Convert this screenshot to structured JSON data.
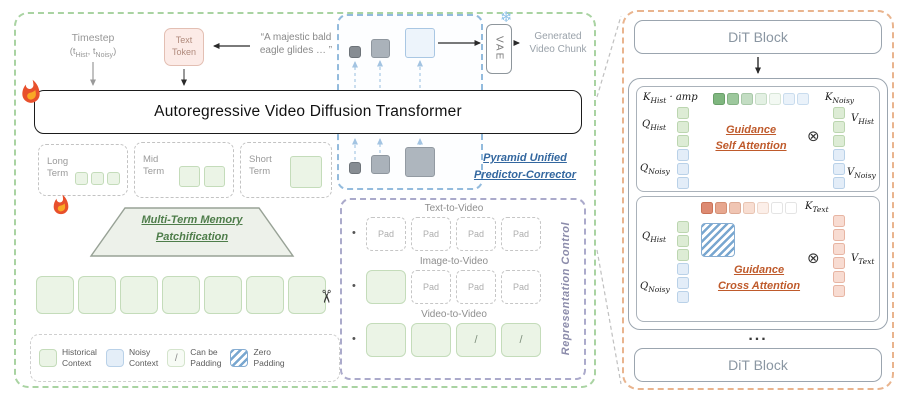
{
  "figure": {
    "left_panel": {
      "timestep": {
        "title": "Timestep",
        "pre": "(t",
        "sub1": "Hist",
        "mid": ", t",
        "sub2": "Noisy",
        "post": ")"
      },
      "text_token": {
        "line1": "Text",
        "line2": "Token"
      },
      "prompt": {
        "line1": "“A majestic bald",
        "line2": "eagle glides … ”"
      },
      "main_title": "Autoregressive Video Diffusion Transformer",
      "memory_terms": [
        {
          "line1": "Long",
          "line2": "Term"
        },
        {
          "line1": "Mid",
          "line2": "Term"
        },
        {
          "line1": "Short",
          "line2": "Term"
        }
      ],
      "patchification": {
        "line1": "Multi-Term Memory",
        "line2": "Patchification"
      },
      "legend": [
        {
          "line1": "Historical",
          "line2": "Context",
          "type": "historical"
        },
        {
          "line1": "Noisy",
          "line2": "Context",
          "type": "noisy"
        },
        {
          "line1": "Can be",
          "line2": "Padding",
          "type": "slash"
        },
        {
          "line1": "Zero",
          "line2": "Padding",
          "type": "zero"
        }
      ],
      "slash_mark": "/",
      "scissors": "✂"
    },
    "pyramid": {
      "vae_label": "VAE",
      "snowflake": "❄",
      "generated": {
        "line1": "Generated",
        "line2": "Video Chunk"
      },
      "caption": {
        "line1": "Pyramid Unified",
        "line2": "Predictor-Corrector"
      }
    },
    "representation": {
      "title": "Representation Control",
      "bullet": "•",
      "pad_label": "Pad",
      "slash_label": "/",
      "rows": [
        {
          "label": "Text-to-Video",
          "cells": [
            "Pad",
            "Pad",
            "Pad",
            "Pad"
          ]
        },
        {
          "label": "Image-to-Video",
          "cells": [
            "ctx",
            "Pad",
            "Pad",
            "Pad"
          ]
        },
        {
          "label": "Video-to-Video",
          "cells": [
            "ctx",
            "ctx",
            "/",
            "/"
          ]
        }
      ]
    },
    "right_panel": {
      "dit_block_top": "DiT Block",
      "dit_block_bottom": "DiT Block",
      "ellipsis": "...",
      "self_attention": {
        "title_line1": "Guidance",
        "title_line2": "Self Attention",
        "k_hist": {
          "base": "K",
          "sub": "Hist",
          "suffix": " · amp"
        },
        "k_noisy": {
          "base": "K",
          "sub": "Noisy"
        },
        "q_hist": {
          "base": "Q",
          "sub": "Hist"
        },
        "q_noisy": {
          "base": "Q",
          "sub": "Noisy"
        },
        "v_hist": {
          "base": "V",
          "sub": "Hist"
        },
        "v_noisy": {
          "base": "V",
          "sub": "Noisy"
        },
        "operator": "⊗"
      },
      "cross_attention": {
        "title_line1": "Guidance",
        "title_line2": "Cross Attention",
        "k_text": {
          "base": "K",
          "sub": "Text"
        },
        "q_hist": {
          "base": "Q",
          "sub": "Hist"
        },
        "q_noisy": {
          "base": "Q",
          "sub": "Noisy"
        },
        "v_text": {
          "base": "V",
          "sub": "Text"
        },
        "operator": "⊗"
      }
    },
    "colors": {
      "historical_green": "#ebf4e6",
      "noisy_blue": "#e4eef8",
      "panel_green_border": "#a9d3a2",
      "pyramid_blue_border": "#93bbdd",
      "repr_purple_border": "#abaacb",
      "dit_orange_border": "#e9b48e",
      "attention_accent": "#bf5a2b",
      "patchification_green": "#4e7d4a",
      "pyramid_caption_blue": "#33679f"
    }
  }
}
